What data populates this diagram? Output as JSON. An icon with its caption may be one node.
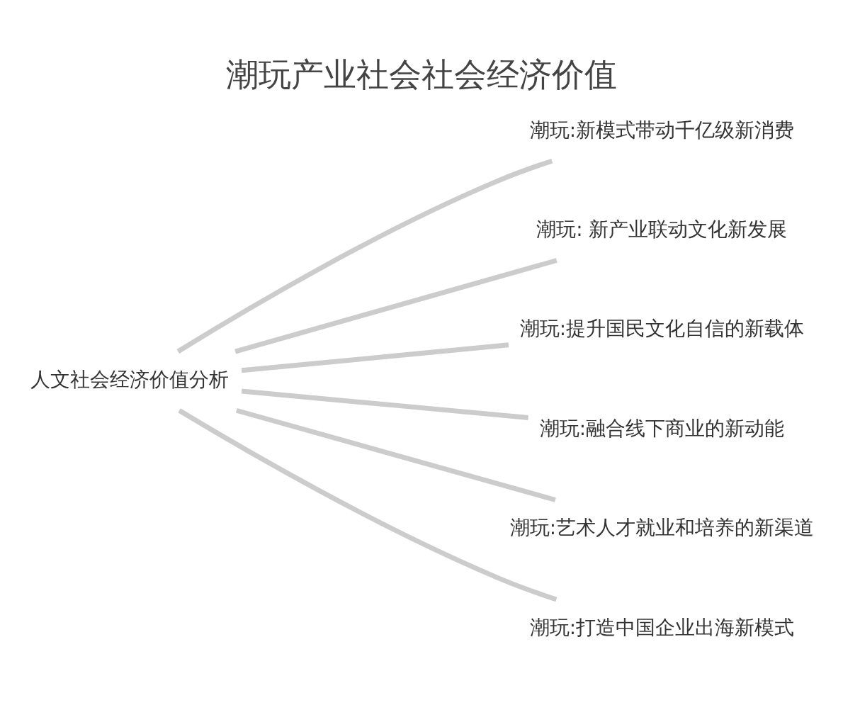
{
  "diagram": {
    "title": "潮玩产业社会社会经济价值",
    "nodes": [
      {
        "text": [
          "人文社会经济价值分析"
        ]
      },
      {
        "text": [
          "潮玩:新模式带动千亿级新消费"
        ]
      },
      {
        "text": [
          "潮玩: 新产业联动文化新发展"
        ]
      },
      {
        "text": [
          "潮玩:提升国民文化自信的新载体"
        ]
      },
      {
        "text": [
          "潮玩:融合线下商业的新动能"
        ]
      },
      {
        "text": [
          "潮玩:艺术人才就业和培养的新渠道"
        ]
      },
      {
        "text": [
          "潮玩:打造中国企业出海新模式"
        ]
      }
    ],
    "edges": [
      {
        "from": 0,
        "to": 1,
        "arrow": "none"
      },
      {
        "from": 0,
        "to": 2,
        "arrow": "none"
      },
      {
        "from": 0,
        "to": 3,
        "arrow": "none"
      },
      {
        "from": 0,
        "to": 4,
        "arrow": "none"
      },
      {
        "from": 0,
        "to": 5,
        "arrow": "none"
      },
      {
        "from": 0,
        "to": 6,
        "arrow": "none"
      }
    ]
  }
}
